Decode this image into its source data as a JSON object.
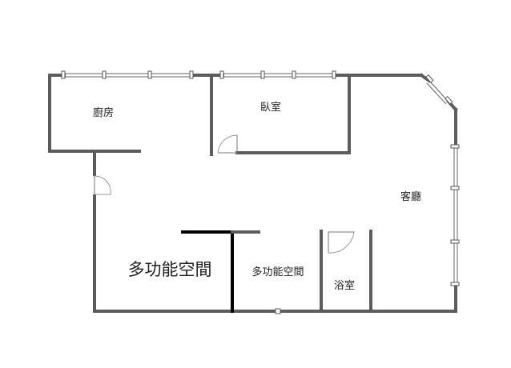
{
  "rooms": {
    "kitchen": "廚房",
    "bedroom": "臥室",
    "living_room": "客廳",
    "multi_room_large": "多功能空間",
    "multi_room_small": "多功能空間",
    "bathroom": "浴室"
  }
}
